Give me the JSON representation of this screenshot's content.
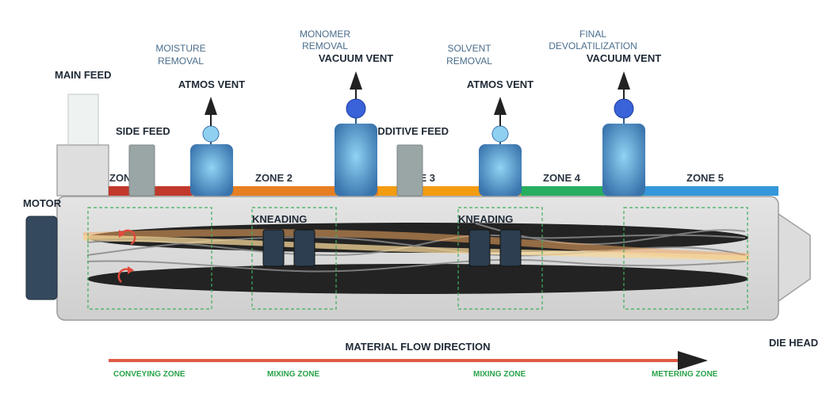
{
  "labels": {
    "main_feed": "MAIN FEED",
    "side_feed": "SIDE FEED",
    "additive_feed": "ADDITIVE FEED",
    "motor": "MOTOR",
    "die_head": "DIE HEAD",
    "kneading_1": "KNEADING",
    "kneading_2": "KNEADING",
    "flow_direction": "MATERIAL FLOW DIRECTION"
  },
  "vents": [
    {
      "note": [
        "MOISTURE",
        "REMOVAL"
      ],
      "label": "ATMOS VENT",
      "type": "atmospheric"
    },
    {
      "note": [
        "MONOMER",
        "REMOVAL"
      ],
      "label": "VACUUM VENT",
      "type": "vacuum"
    },
    {
      "note": [
        "SOLVENT",
        "REMOVAL"
      ],
      "label": "ATMOS VENT",
      "type": "atmospheric"
    },
    {
      "note": [
        "FINAL",
        "DEVOLATILIZATION"
      ],
      "label": "VACUUM VENT",
      "type": "vacuum"
    }
  ],
  "zones": [
    {
      "label": "ZONE 1",
      "color": "#c0392b"
    },
    {
      "label": "ZONE 2",
      "color": "#e67e22"
    },
    {
      "label": "ZONE 3",
      "color": "#f39c12"
    },
    {
      "label": "ZONE 4",
      "color": "#27ae60"
    },
    {
      "label": "ZONE 5",
      "color": "#3498db"
    }
  ],
  "process_zones": [
    "CONVEYING ZONE",
    "MIXING ZONE",
    "MIXING ZONE",
    "METERING ZONE"
  ],
  "colors": {
    "vacuum_vent": "#3a62d9",
    "atmos_vent": "#8fd0f0",
    "vent_body": "#3f7fb8",
    "barrel": "#d6d6d6",
    "screw": "#222222",
    "flow_arrow": "#e05a45",
    "zone_box": "#3fae5a"
  }
}
